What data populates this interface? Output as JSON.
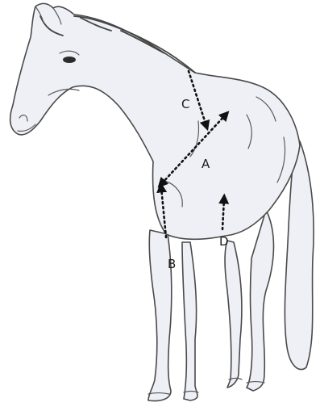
{
  "labels": {
    "a": "A",
    "b": "B",
    "c": "C",
    "d": "D"
  },
  "colors": {
    "sketch_fill": "#eef0f6",
    "sketch_line": "#4a4a4a",
    "arrow": "#111111"
  }
}
